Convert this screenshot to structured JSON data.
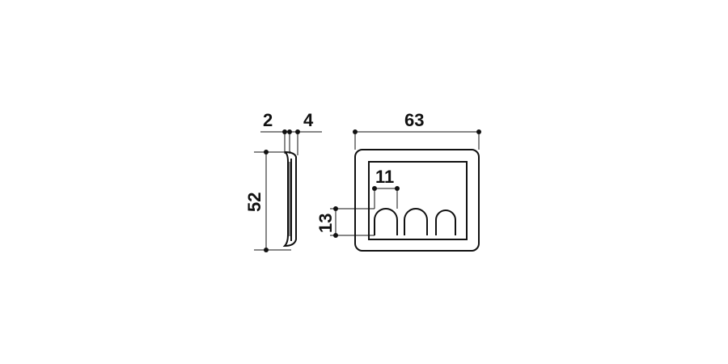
{
  "dimensions": {
    "thickness_a": "2",
    "thickness_b": "4",
    "height": "52",
    "width": "63",
    "slot_width": "11",
    "slot_height": "13"
  },
  "colors": {
    "line": "#111111",
    "background": "#ffffff"
  }
}
